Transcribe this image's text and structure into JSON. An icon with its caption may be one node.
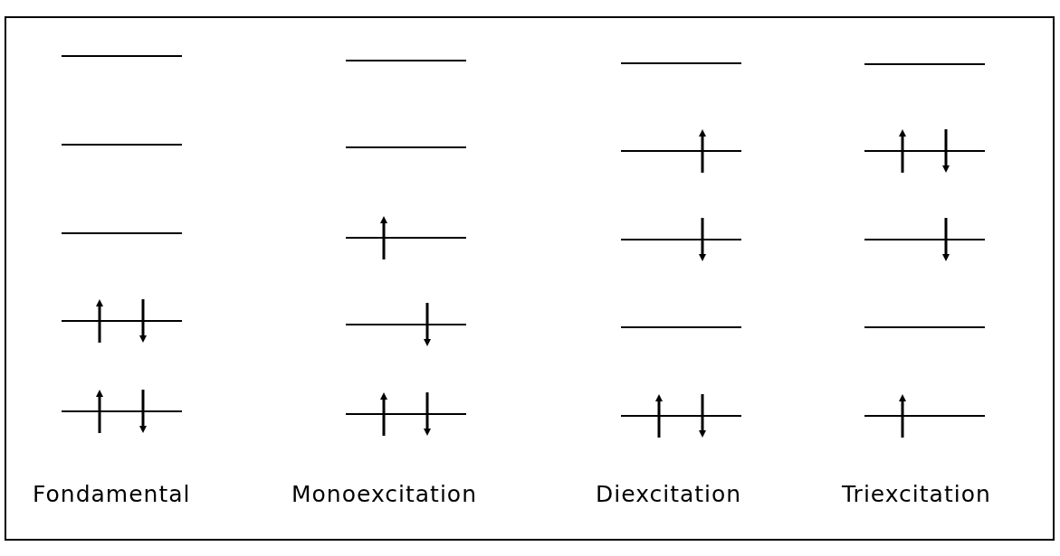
{
  "diagram": {
    "labels": [
      "Fondamental",
      "Monoexcitation",
      "Diexcitation",
      "Triexcitation"
    ]
  }
}
